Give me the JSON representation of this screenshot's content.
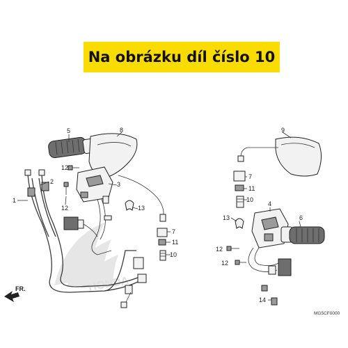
{
  "banner": {
    "text": "Na obrázku díl číslo 10",
    "color": "#fbdc00"
  },
  "diagram": {
    "direction_label": "FR.",
    "watermark": "HONDA",
    "diagram_code": "MG5CF0000",
    "callouts": [
      "1",
      "2",
      "3",
      "4",
      "5",
      "6",
      "7",
      "7",
      "8",
      "9",
      "10",
      "10",
      "11",
      "11",
      "12",
      "12",
      "12",
      "12",
      "13",
      "13",
      "14"
    ]
  }
}
